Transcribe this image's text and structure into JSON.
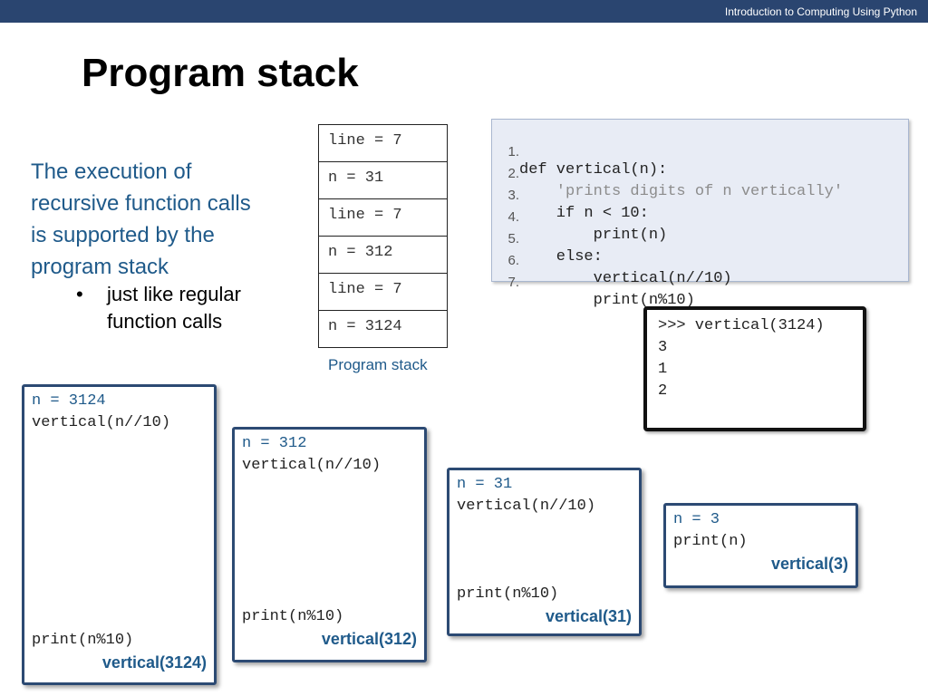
{
  "header": {
    "course": "Introduction to Computing Using Python"
  },
  "title": "Program stack",
  "body": {
    "lines": [
      "The execution of",
      "recursive function calls",
      "is supported by the",
      "program stack"
    ],
    "bullet": "just like regular function calls",
    "bullet_lines": [
      "just like regular",
      "function calls"
    ]
  },
  "stack": {
    "cells": [
      "line = 7",
      "n = 31",
      "line = 7",
      "n = 312",
      "line = 7",
      "n = 3124"
    ],
    "caption": "Program stack"
  },
  "code": {
    "lines": [
      {
        "num": "1.",
        "text": "def vertical(n):"
      },
      {
        "num": "2.",
        "text": "    'prints digits of n vertically'"
      },
      {
        "num": "3.",
        "text": "    if n < 10:"
      },
      {
        "num": "4.",
        "text": "        print(n)"
      },
      {
        "num": "5.",
        "text": "    else:"
      },
      {
        "num": "6.",
        "text": "        vertical(n//10)"
      },
      {
        "num": "7.",
        "text": "        print(n%10)"
      }
    ]
  },
  "shell": {
    "lines": [
      ">>> vertical(3124)",
      "3",
      "1",
      "2"
    ]
  },
  "frames": [
    {
      "n": "n = 3124",
      "call": "vertical(n//10)",
      "print": "print(n%10)",
      "label": "vertical(3124)"
    },
    {
      "n": "n = 312",
      "call": "vertical(n//10)",
      "print": "print(n%10)",
      "label": "vertical(312)"
    },
    {
      "n": "n = 31",
      "call": "vertical(n//10)",
      "print": "print(n%10)",
      "label": "vertical(31)"
    },
    {
      "n": "n = 3",
      "print": "print(n)",
      "label": "vertical(3)"
    }
  ],
  "colors": {
    "header_bg": "#2a4570",
    "accent_text": "#1f5a8a",
    "frame_border": "#2c4a73",
    "code_panel_bg": "#e8ecf5"
  }
}
